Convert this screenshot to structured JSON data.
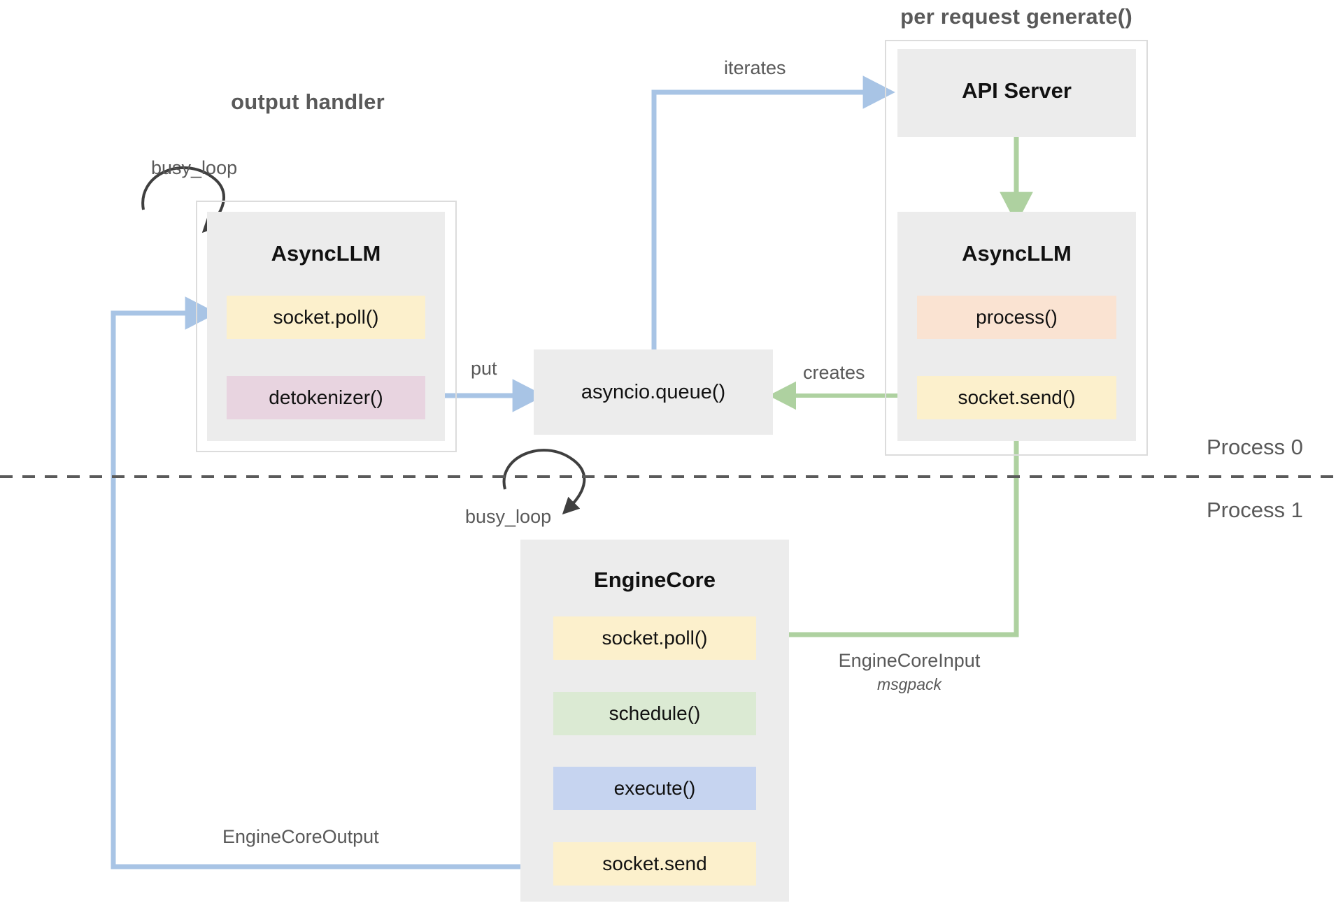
{
  "diagram": {
    "title_output_handler": "output handler",
    "title_per_request": "per request generate()",
    "process_top": "Process 0",
    "process_bottom": "Process 1"
  },
  "output_handler": {
    "busy_loop_label": "busy_loop",
    "node_title": "AsyncLLM",
    "slots": [
      {
        "label": "socket.poll()",
        "color": "#fcf0cc"
      },
      {
        "label": "detokenizer()",
        "color": "#e8d4e0"
      }
    ]
  },
  "queue": {
    "label": "asyncio.queue()",
    "put_label": "put",
    "creates_label": "creates",
    "iterates_label": "iterates"
  },
  "per_request": {
    "api_server_title": "API Server",
    "node_title": "AsyncLLM",
    "slots": [
      {
        "label": "process()",
        "color": "#fae3d2"
      },
      {
        "label": "socket.send()",
        "color": "#fcf0cc"
      }
    ]
  },
  "engine_core": {
    "busy_loop_label": "busy_loop",
    "node_title": "EngineCore",
    "slots": [
      {
        "label": "socket.poll()",
        "color": "#fcf0cc"
      },
      {
        "label": "schedule()",
        "color": "#dbead3"
      },
      {
        "label": "execute()",
        "color": "#c6d4f0"
      },
      {
        "label": "socket.send",
        "color": "#fcf0cc"
      }
    ]
  },
  "edges": {
    "engine_core_input": "EngineCoreInput",
    "engine_core_input_sub": "msgpack",
    "engine_core_output": "EngineCoreOutput"
  },
  "colors": {
    "blue_arrow": "#a8c4e5",
    "green_arrow": "#aed1a0",
    "dark_arrow": "#3f3f3f",
    "node_bg": "#ececec",
    "border": "#dcdcdc",
    "text_muted": "#595959"
  }
}
